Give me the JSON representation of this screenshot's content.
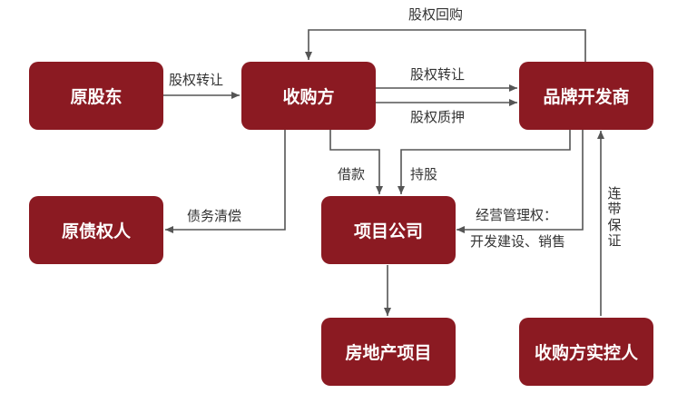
{
  "nodes": {
    "original_shareholder": "原股东",
    "acquirer": "收购方",
    "brand_developer": "品牌开发商",
    "original_creditor": "原债权人",
    "project_company": "项目公司",
    "real_estate_project": "房地产项目",
    "acquirer_controller": "收购方实控人"
  },
  "edges": {
    "equity_buyback": "股权回购",
    "equity_transfer_1": "股权转让",
    "equity_transfer_2": "股权转让",
    "equity_pledge": "股权质押",
    "debt_repayment": "债务清偿",
    "loan": "借款",
    "shareholding": "持股",
    "operation_rights_line1": "经营管理权：",
    "operation_rights_line2": "开发建设、销售",
    "joint_guarantee": "连带保证"
  }
}
